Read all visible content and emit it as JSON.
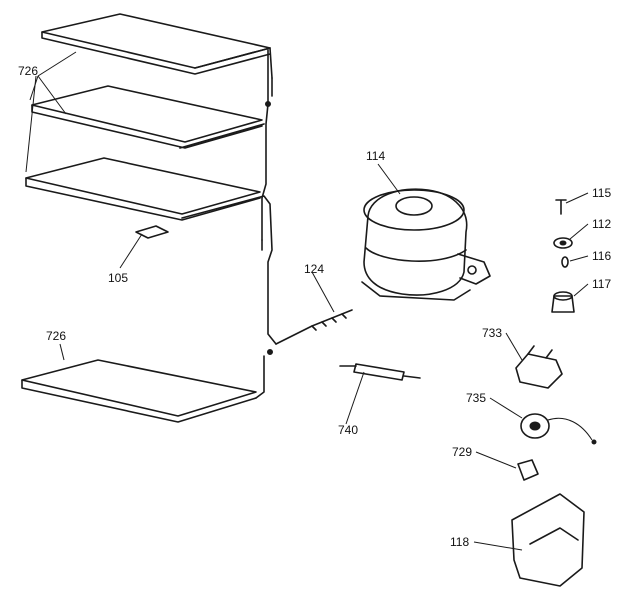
{
  "labels": {
    "shelf_top": "726",
    "shelf_bottom": "726",
    "clip": "105",
    "capillary": "124",
    "compressor": "114",
    "drier": "740",
    "bolt": "115",
    "grommet": "112",
    "clip_small": "116",
    "grommet_mount": "117",
    "relay": "733",
    "overload": "735",
    "cover_clip": "729",
    "relay_cover": "118"
  },
  "colors": {
    "ink": "#1a1a1a",
    "background": "#ffffff"
  }
}
